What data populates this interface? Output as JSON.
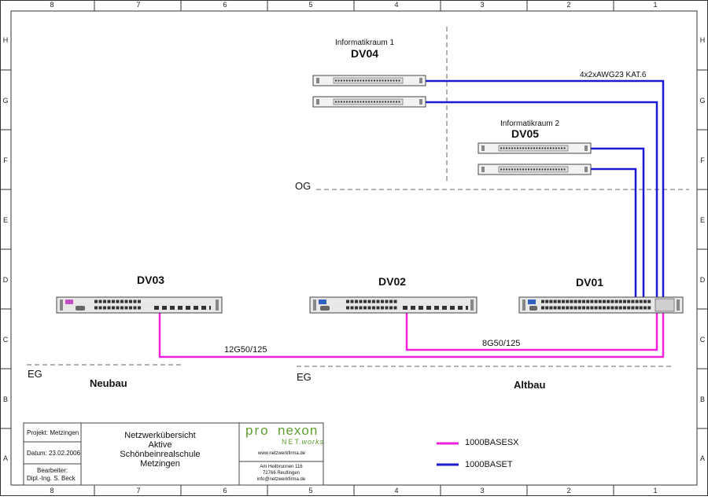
{
  "grid": {
    "columns": [
      "8",
      "7",
      "6",
      "5",
      "4",
      "3",
      "2",
      "1"
    ],
    "rows": [
      "H",
      "G",
      "F",
      "E",
      "D",
      "C",
      "B",
      "A"
    ]
  },
  "rooms": {
    "room1_label": "Informatikraum 1",
    "room1_device": "DV04",
    "room2_label": "Informatikraum 2",
    "room2_device": "DV05"
  },
  "devices": {
    "dv03": "DV03",
    "dv02": "DV02",
    "dv01": "DV01"
  },
  "floors": {
    "og": "OG",
    "eg_left": "EG",
    "eg_right": "EG"
  },
  "buildings": {
    "neubau": "Neubau",
    "altbau": "Altbau"
  },
  "cables": {
    "copper": "4x2xAWG23 KAT.6",
    "fiber_long": "12G50/125",
    "fiber_short": "8G50/125"
  },
  "legend": {
    "sx_label": "1000BASESX",
    "sx_color": "#ee22dd",
    "t_label": "1000BASET",
    "t_color": "#1a1ad4"
  },
  "title_block": {
    "project": "Projekt: Metzingen",
    "date": "Datum: 23.02.2006",
    "editor_label": "Bearbeiter:",
    "editor_name": "Dipl.-Ing. S. Beck",
    "title_line1": "Netzwerkübersicht",
    "title_line2": "Aktive",
    "title_line3": "Schönbeinrealschule",
    "title_line4": "Metzingen",
    "logo_pro": "pro",
    "logo_nexon": "nexon",
    "logo_net": "NET",
    "logo_works": ".works",
    "website": "www.netzwerkfirma.de",
    "street": "Am Heilbrunnen 116",
    "city": "72766 Reutlingen",
    "email": "info@netzwerkfirma.de"
  }
}
